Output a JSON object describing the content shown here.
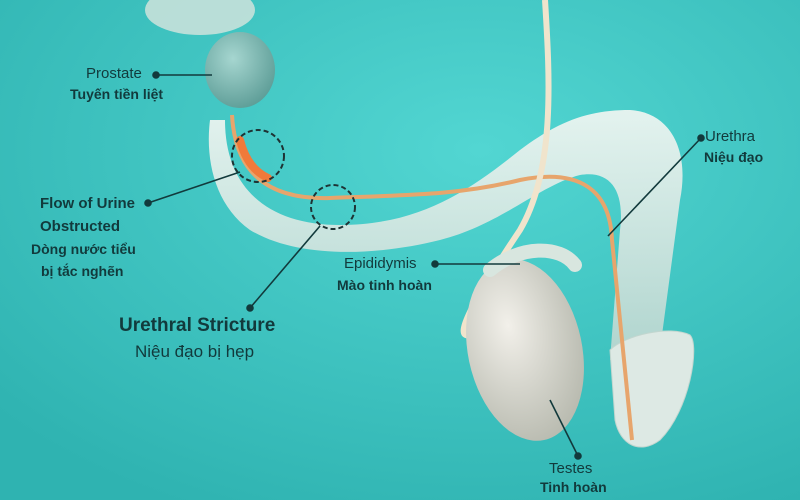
{
  "colors": {
    "background": "#3cc4c1",
    "tissue": "#e3ece7",
    "urethra": "#e8a064",
    "obstruction": "#f07a3a",
    "label_text": "#123a3c"
  },
  "labels": {
    "prostate": {
      "en": "Prostate",
      "vi": "Tuyến tiền liệt"
    },
    "flow": {
      "en_1": "Flow of Urine",
      "en_2": "Obstructed",
      "vi_1": "Dòng nước tiểu",
      "vi_2": "bị tắc nghẽn"
    },
    "stricture": {
      "en": "Urethral Stricture",
      "vi": "Niệu đạo bị hẹp"
    },
    "urethra": {
      "en": "Urethra",
      "vi": "Niệu đạo"
    },
    "epididymis": {
      "en": "Epididymis",
      "vi": "Mào tinh hoàn"
    },
    "testes": {
      "en": "Testes",
      "vi": "Tinh hoàn"
    }
  }
}
